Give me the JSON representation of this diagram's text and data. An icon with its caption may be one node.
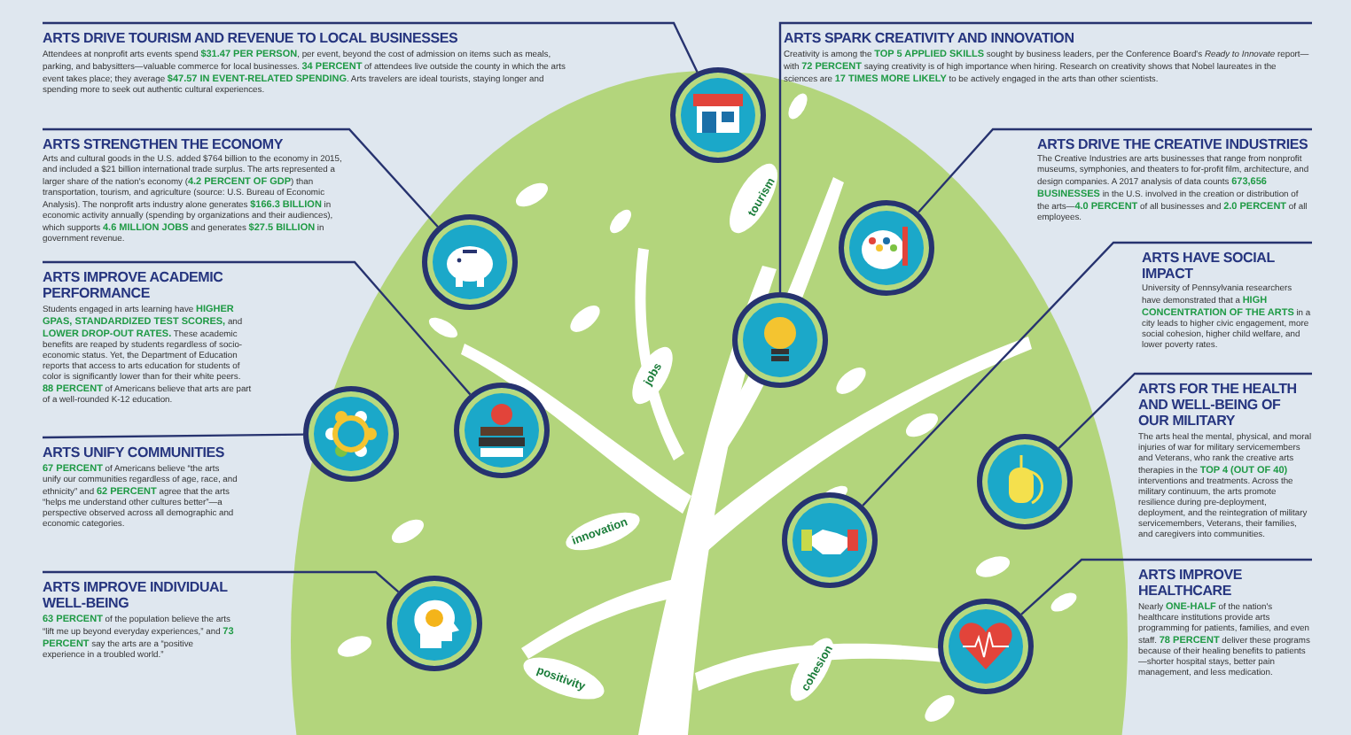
{
  "diagram": {
    "nodes": [
      {
        "text": [
          "ARTS DRIVE TOURISM AND REVENUE TO LOCAL BUSINESSES",
          "Attendees at nonprofit arts events spend **$31.47 PER PERSON**, per event, beyond the cost of admission on items such as meals, parking, and babysitters—valuable commerce for local businesses. **34 PERCENT** of attendees live outside the county in which the arts event takes place; they average **$47.57 IN EVENT-RELATED SPENDING**. Arts travelers are ideal tourists, staying longer and spending more to seek out authentic cultural experiences."
        ]
      },
      {
        "text": [
          "ARTS STRENGTHEN THE ECONOMY",
          "Arts and cultural goods in the U.S. added $764 billion to the economy in 2015, and included a $21 billion international trade surplus. The arts represented a larger share of the nation's economy (**4.2 PERCENT OF GDP**) than transportation, tourism, and agriculture (source: U.S. Bureau of Economic Analysis). The nonprofit arts industry alone generates **$166.3 BILLION** in economic activity annually (spending by organizations and their audiences), which supports **4.6 MILLION JOBS** and generates **$27.5 BILLION** in government revenue."
        ]
      },
      {
        "text": [
          "ARTS IMPROVE ACADEMIC PERFORMANCE",
          "Students engaged in arts learning have **HIGHER GPAS, STANDARDIZED TEST SCORES,** and **LOWER DROP-OUT RATES.** These academic benefits are reaped by students regardless of socio-economic status. Yet, the Department of Education reports that access to arts education for students of color is significantly lower than for their white peers. **88 PERCENT** of Americans believe that arts are part of a well-rounded K-12 education."
        ]
      },
      {
        "text": [
          "ARTS UNIFY COMMUNITIES",
          "**67 PERCENT** of Americans believe “the arts unify our communities regardless of age, race, and ethnicity” and **62 PERCENT** agree that the arts “helps me understand other cultures better”—a perspective observed across all demographic and economic categories."
        ]
      },
      {
        "text": [
          "ARTS IMPROVE INDIVIDUAL WELL-BEING",
          "**63 PERCENT** of the population believe the arts “lift me up beyond everyday experiences,” and **73 PERCENT** say the arts are a “positive experience in a troubled world.”"
        ]
      },
      {
        "text": [
          "ARTS SPARK CREATIVITY AND INNOVATION",
          "Creativity is among the **TOP 5 APPLIED SKILLS** sought by business leaders, per the Conference Board's *Ready to Innovate* report—with **72 PERCENT** saying creativity is of high importance when hiring. Research on creativity shows that Nobel laureates in the sciences are **17 TIMES MORE LIKELY** to be actively engaged in the arts than other scientists."
        ]
      },
      {
        "text": [
          "ARTS DRIVE THE CREATIVE INDUSTRIES",
          "The Creative Industries are arts businesses that range from nonprofit museums, symphonies, and theaters to for-profit film, architecture, and design companies. A 2017 analysis of data counts **673,656 BUSINESSES** in the U.S. involved in the creation or distribution of the arts—**4.0 PERCENT** of all businesses and **2.0 PERCENT** of all employees."
        ]
      },
      {
        "text": [
          "ARTS HAVE SOCIAL IMPACT",
          "University of Pennsylvania researchers have demonstrated that a **HIGH CONCENTRATION OF THE ARTS** in a city leads to higher civic engagement, more social cohesion, higher child welfare, and lower poverty rates."
        ]
      },
      {
        "text": [
          "ARTS FOR THE HEALTH AND WELL-BEING OF OUR MILITARY",
          "The arts heal the mental, physical, and moral injuries of war for military servicemembers and Veterans, who rank the creative arts therapies in the **TOP 4 (OUT OF 40)** interventions and treatments. Across the military continuum, the arts promote resilience during pre-deployment, deployment, and the reintegration of military servicemembers, Veterans, their families, and caregivers into communities."
        ]
      },
      {
        "text": [
          "ARTS IMPROVE HEALTHCARE",
          "Nearly **ONE-HALF** of the nation's healthcare institutions provide arts programming for patients, families, and even staff. **78 PERCENT** deliver these programs because of their healing benefits to patients—shorter hospital stays, better pain management, and less medication."
        ]
      },
      {
        "text": [],
        "shape": "circle"
      },
      {
        "text": [],
        "shape": "circle"
      },
      {
        "text": [],
        "shape": "circle"
      },
      {
        "text": [],
        "shape": "circle"
      },
      {
        "text": [],
        "shape": "circle"
      },
      {
        "text": [],
        "shape": "circle"
      },
      {
        "text": [],
        "shape": "circle"
      },
      {
        "text": [],
        "shape": "circle"
      },
      {
        "text": [],
        "shape": "circle"
      },
      {
        "text": [],
        "shape": "circle"
      }
    ],
    "edges": [
      {
        "from": 0,
        "to": 10,
        "arrow": "none"
      },
      {
        "from": 1,
        "to": 11,
        "arrow": "none"
      },
      {
        "from": 2,
        "to": 12,
        "arrow": "none"
      },
      {
        "from": 3,
        "to": 13,
        "arrow": "none"
      },
      {
        "from": 4,
        "to": 14,
        "arrow": "none"
      },
      {
        "from": 5,
        "to": 15,
        "arrow": "none"
      },
      {
        "from": 6,
        "to": 16,
        "arrow": "none"
      },
      {
        "from": 7,
        "to": 17,
        "arrow": "none"
      },
      {
        "from": 8,
        "to": 18,
        "arrow": "none"
      },
      {
        "from": 9,
        "to": 19,
        "arrow": "none"
      }
    ],
    "labels": [
      "tourism",
      "jobs",
      "innovation",
      "positivity",
      "cohesion"
    ]
  }
}
